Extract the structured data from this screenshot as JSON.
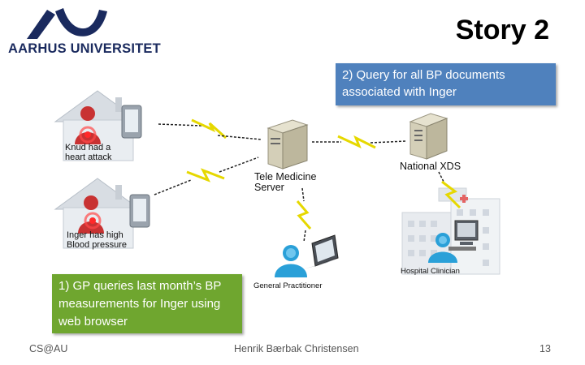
{
  "header": {
    "logo_text": "AARHUS UNIVERSITET",
    "title": "Story 2"
  },
  "callouts": {
    "query_all": "2) Query for all BP documents associated with Inger",
    "gp_queries": "1) GP queries last month’s BP measurements for Inger using web browser"
  },
  "nodes": {
    "house1_line1": "Knud had a",
    "house1_line2": "heart attack",
    "house2_line1": "Inger has high",
    "house2_line2": "Blood pressure",
    "server_line1": "Tele Medicine",
    "server_line2": "Server",
    "xds": "National XDS",
    "gp": "General Practitioner",
    "hospital": "Hospital Clinician"
  },
  "footer": {
    "left": "CS@AU",
    "center": "Henrik Bærbak Christensen",
    "page": "13"
  },
  "colors": {
    "blue_callout": "#4f81bd",
    "green_callout": "#6fa62f",
    "lightning": "#f2e600",
    "logo": "#1a2a5e"
  }
}
